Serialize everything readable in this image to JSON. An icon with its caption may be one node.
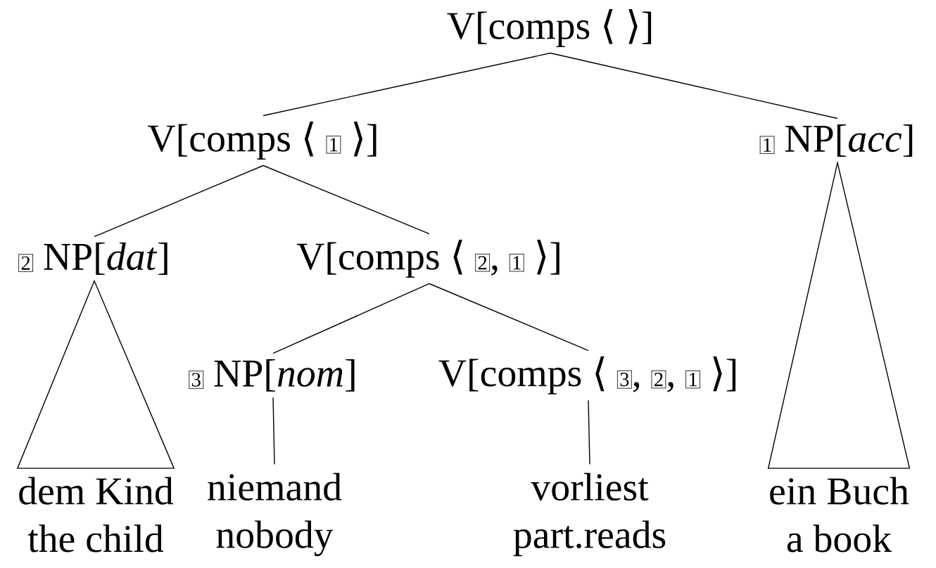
{
  "diagram": {
    "nodes": [
      {
        "text": [
          "\\textrm{V[\\textsc{comps} ⟨ ⟩]}"
        ]
      },
      {
        "text": [
          "\\textrm{V[\\textsc{comps} ⟨ \\fbox{\\large 1} ⟩]}"
        ]
      },
      {
        "text": [
          "\\textrm{\\fbox{\\large 1} NP[\\textit{acc}]}"
        ]
      },
      {
        "text": [
          "\\textrm{\\fbox{\\large 2} NP[\\textit{dat}]}"
        ]
      },
      {
        "text": [
          "\\textrm{V[\\textsc{comps} ⟨ \\fbox{\\large 2}, \\fbox{\\large 1} ⟩]}"
        ]
      },
      {
        "text": [
          "\\textrm{\\fbox{\\large 3} NP[\\textit{nom}]}"
        ]
      },
      {
        "text": [
          "\\textrm{V[\\textsc{comps} ⟨ \\fbox{\\large 3}, \\fbox{\\large 2}, \\fbox{\\large 1} ⟩]}"
        ]
      },
      {
        "text": [
          "dem Kind",
          "the child"
        ]
      },
      {
        "text": [
          "niemand",
          "nobody"
        ]
      },
      {
        "text": [
          "vorliest",
          "\\textrm{\\textsc{part}.reads}"
        ]
      },
      {
        "text": [
          "ein Buch",
          "a book"
        ]
      }
    ],
    "edges": [
      {
        "from": 0,
        "to": 1,
        "arrow": "none"
      },
      {
        "from": 0,
        "to": 2,
        "arrow": "none"
      },
      {
        "from": 1,
        "to": 3,
        "arrow": "none"
      },
      {
        "from": 1,
        "to": 4,
        "arrow": "none"
      },
      {
        "from": 2,
        "to": 10,
        "arrow": "none"
      },
      {
        "from": 4,
        "to": 5,
        "arrow": "none"
      },
      {
        "from": 4,
        "to": 6,
        "arrow": "none"
      },
      {
        "from": 3,
        "to": 7,
        "arrow": "none"
      },
      {
        "from": 5,
        "to": 8,
        "arrow": "none"
      },
      {
        "from": 6,
        "to": 9,
        "arrow": "none"
      }
    ]
  }
}
